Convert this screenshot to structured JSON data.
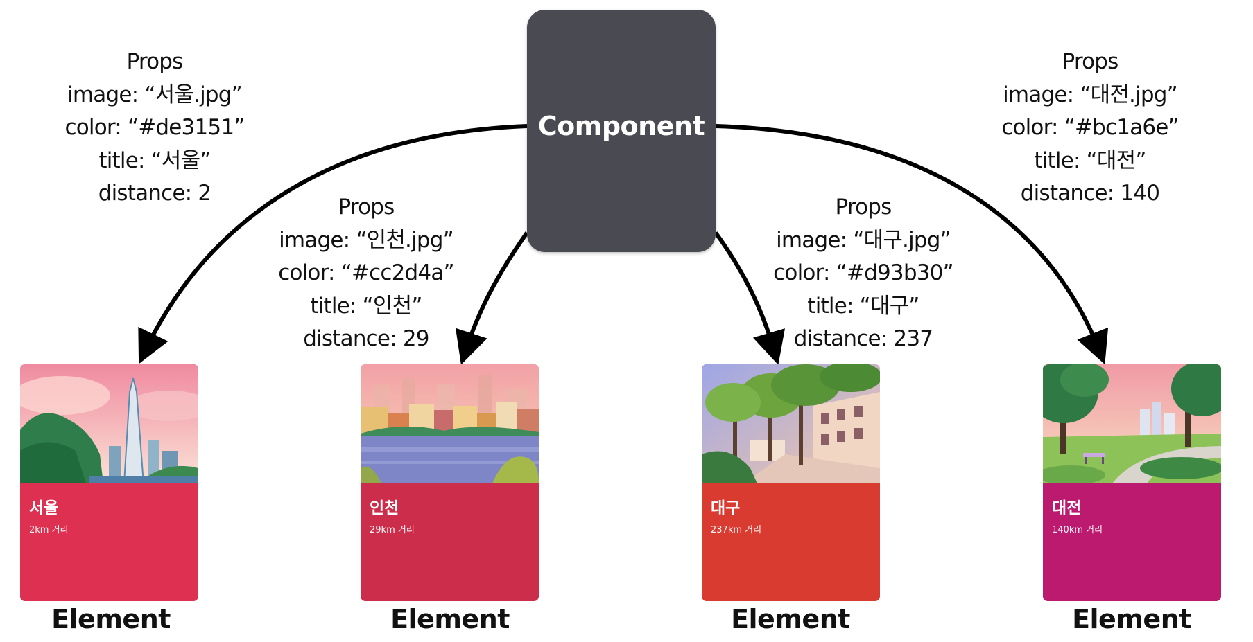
{
  "component": {
    "label": "Component",
    "color": "#4a4b52"
  },
  "props_heading": "Props",
  "cards": [
    {
      "image_line": "image: “서울.jpg”",
      "color_line": "color: “#de3151”",
      "title_line": "title: “서울”",
      "distance_line": "distance: 2",
      "title": "서울",
      "distance_text": "2km 거리",
      "color": "#de3151",
      "element_label": "Element"
    },
    {
      "image_line": "image: “인천.jpg”",
      "color_line": "color: “#cc2d4a”",
      "title_line": "title: “인천”",
      "distance_line": "distance: 29",
      "title": "인천",
      "distance_text": "29km 거리",
      "color": "#cc2d4a",
      "element_label": "Element"
    },
    {
      "image_line": "image: “대구.jpg”",
      "color_line": "color: “#d93b30”",
      "title_line": "title: “대구”",
      "distance_line": "distance: 237",
      "title": "대구",
      "distance_text": "237km 거리",
      "color": "#d93b30",
      "element_label": "Element"
    },
    {
      "image_line": "image: “대전.jpg”",
      "color_line": "color: “#bc1a6e”",
      "title_line": "title: “대전”",
      "distance_line": "distance: 140",
      "title": "대전",
      "distance_text": "140km 거리",
      "color": "#bc1a6e",
      "element_label": "Element"
    }
  ]
}
